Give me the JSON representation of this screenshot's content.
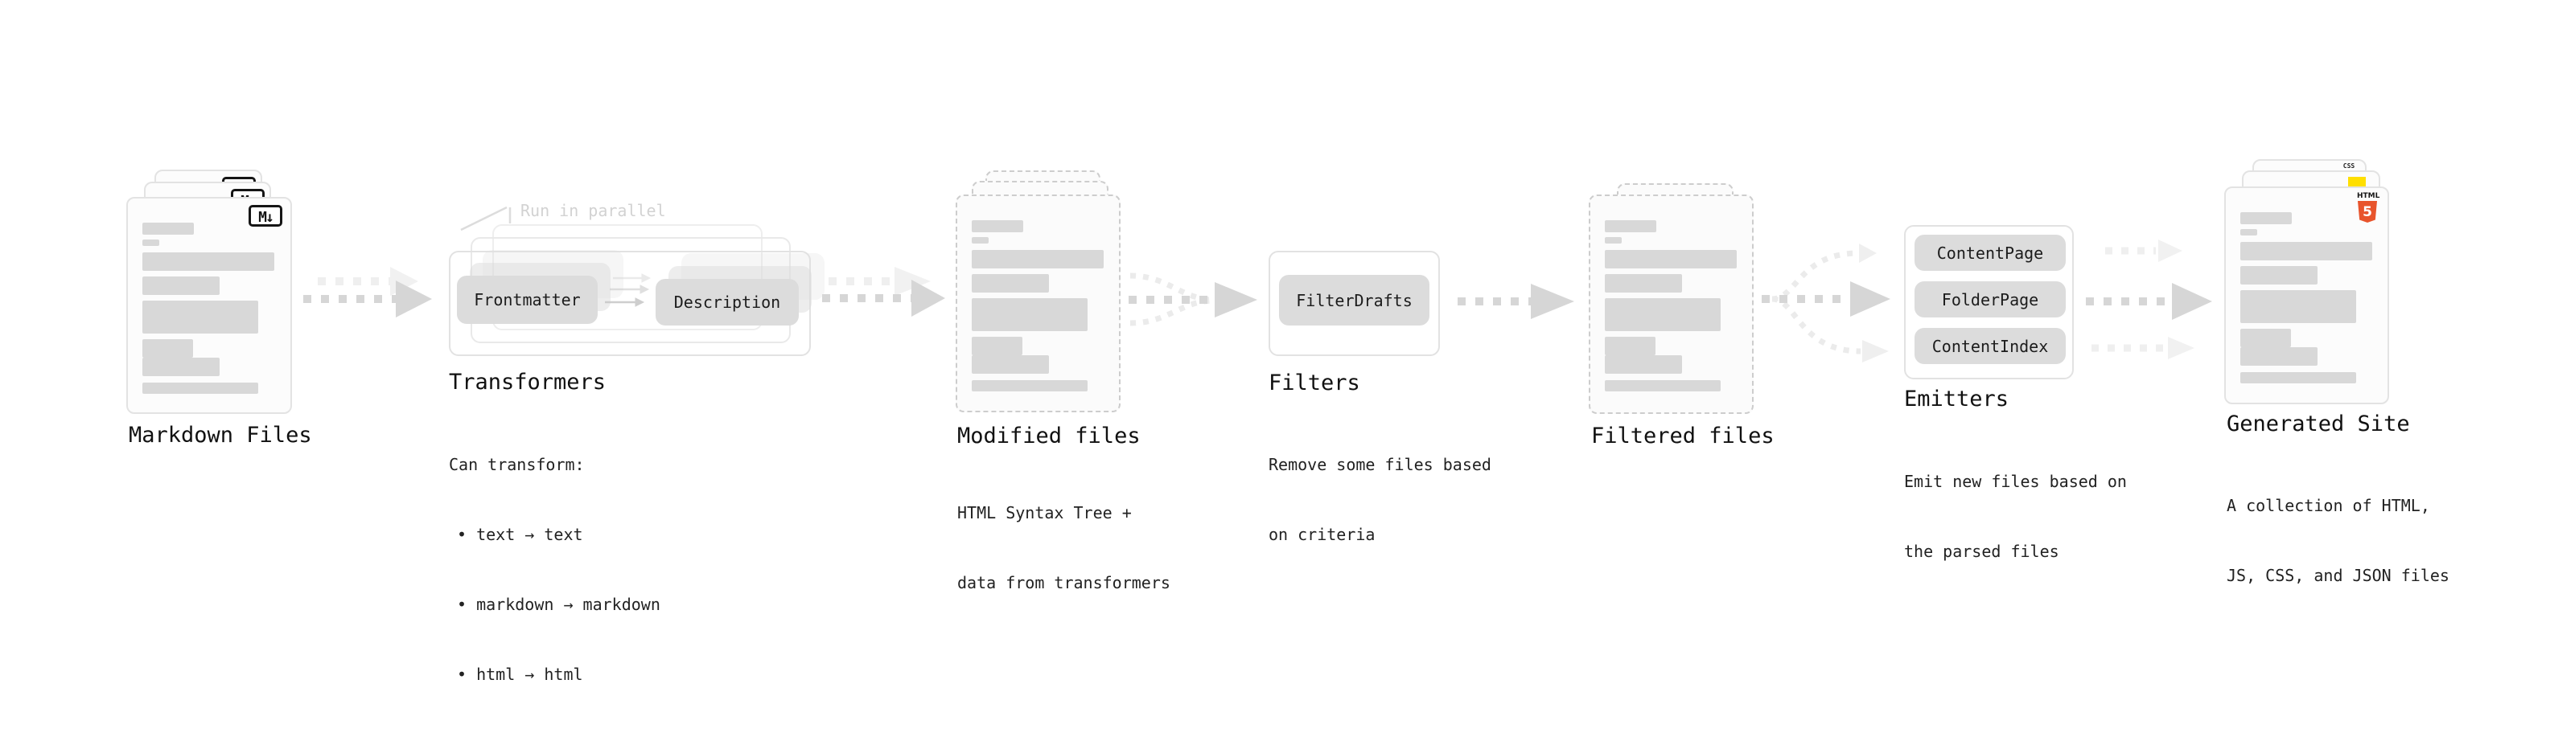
{
  "stages": {
    "markdown_files": {
      "label": "Markdown Files",
      "badge_icon": "M↓"
    },
    "transformers": {
      "label": "Transformers",
      "annotation": "Run in parallel",
      "pills": [
        "Frontmatter",
        "Description"
      ],
      "desc_intro": "Can transform:",
      "bullets": [
        "• text → text",
        "• markdown → markdown",
        "• html → html"
      ]
    },
    "modified_files": {
      "label": "Modified files",
      "desc": [
        "HTML Syntax Tree +",
        "data from transformers"
      ]
    },
    "filters": {
      "label": "Filters",
      "pill": "FilterDrafts",
      "desc": [
        "Remove some files based",
        "on criteria"
      ]
    },
    "filtered_files": {
      "label": "Filtered files"
    },
    "emitters": {
      "label": "Emitters",
      "pills": [
        "ContentPage",
        "FolderPage",
        "ContentIndex"
      ],
      "desc": [
        "Emit new files based on",
        "the parsed files"
      ]
    },
    "generated_site": {
      "label": "Generated Site",
      "desc": [
        "A collection of HTML,",
        "JS, CSS, and JSON files"
      ],
      "html5_badge": {
        "word": "HTML",
        "digit": "5"
      },
      "css_badge": "CSS"
    }
  },
  "colors": {
    "html5_orange": "#e8542c",
    "js_yellow": "#ffdf00",
    "css_blue": "#2b63f0",
    "card_border": "#e3e3e3",
    "dashed_border": "#cdcdcd",
    "bar_fill": "#d8d8d8",
    "pill_fill": "#dcdcdc",
    "arrow_main": "#d6d6d6",
    "arrow_ghost": "#ededed",
    "text": "#1a1a1a"
  }
}
